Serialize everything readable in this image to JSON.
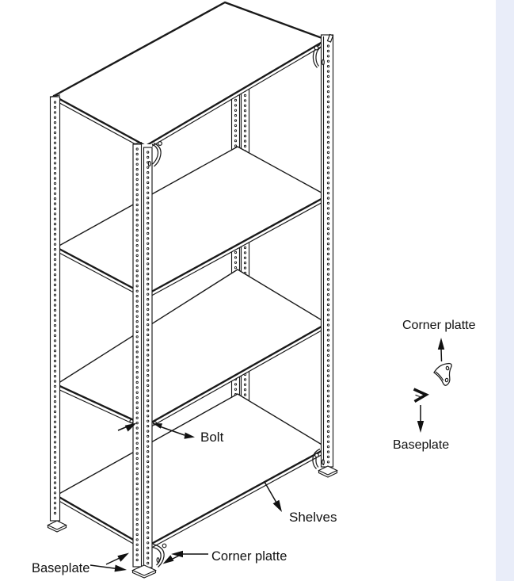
{
  "diagram": {
    "labels": {
      "bolt": "Bolt",
      "shelves": "Shelves",
      "corner_plate_bottom": "Corner platte",
      "baseplate_bottom": "Baseplate",
      "corner_plate_detail": "Corner platte",
      "baseplate_detail": "Baseplate"
    },
    "colors": {
      "line": "#1a1a1a",
      "background": "#ffffff",
      "side_band": "#e9edf9"
    }
  }
}
